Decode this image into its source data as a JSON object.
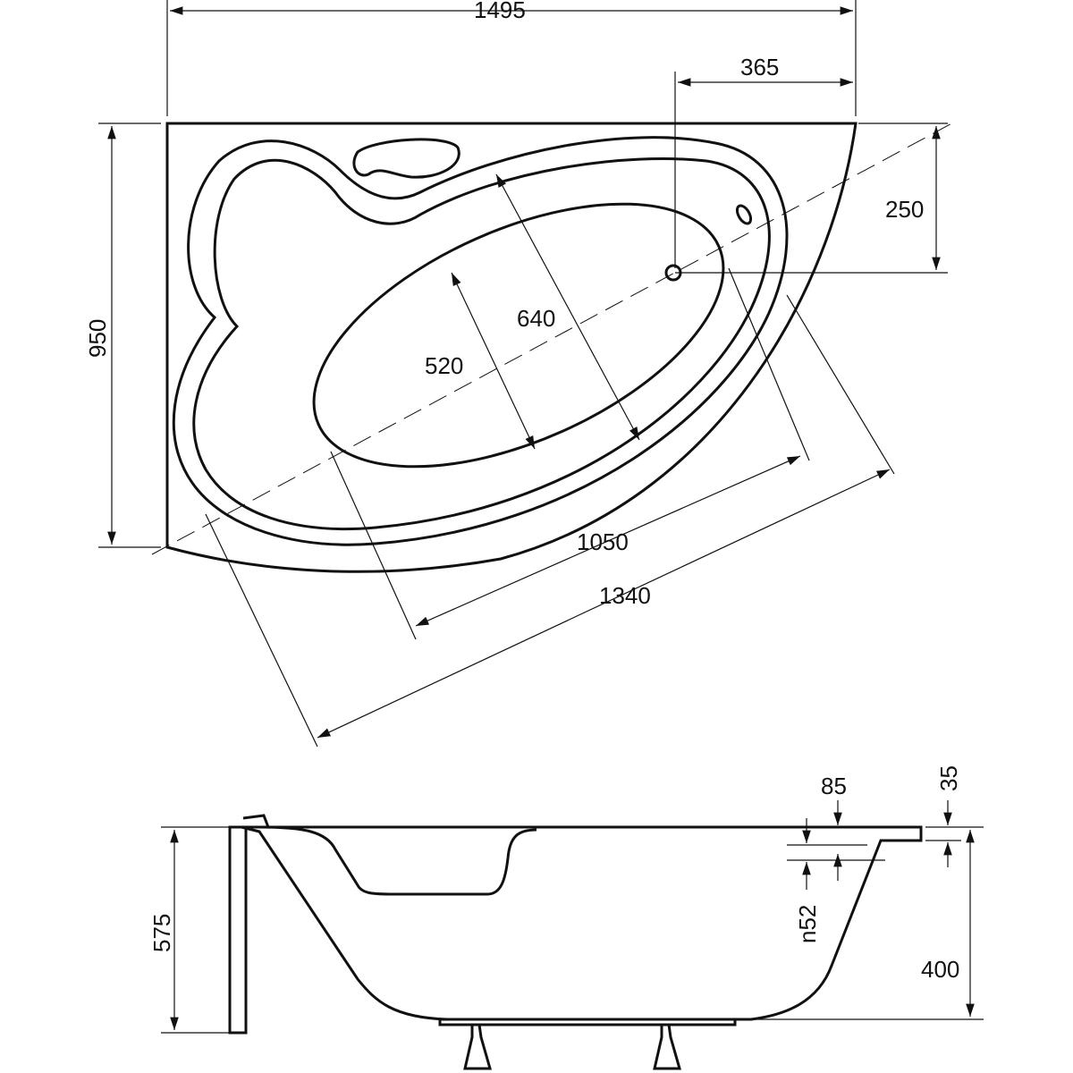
{
  "top_view": {
    "width_total": "1495",
    "drain_offset_x": "365",
    "depth_total": "950",
    "drain_offset_y": "250",
    "inner_width_outer": "640",
    "inner_width_bottom": "520",
    "inner_length_bottom": "1050",
    "inner_length_outer": "1340"
  },
  "side_view": {
    "rim_width": "85",
    "rim_thickness": "35",
    "overflow_note": "n52",
    "total_height": "575",
    "basin_depth": "400"
  }
}
